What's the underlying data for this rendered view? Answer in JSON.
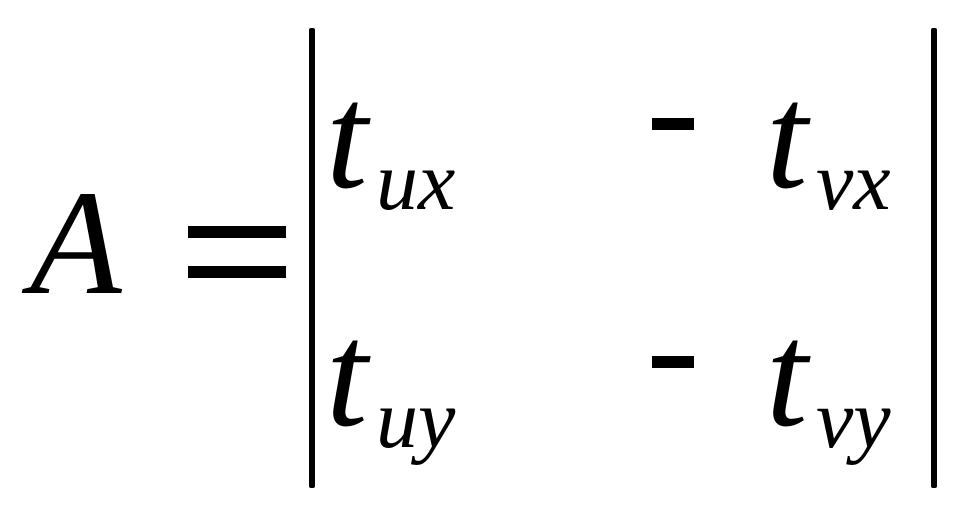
{
  "formula": {
    "lhs": "A",
    "matrix": [
      [
        {
          "base": "t",
          "sub": "ux"
        },
        {
          "sign": "-",
          "base": "t",
          "sub": "vx"
        }
      ],
      [
        {
          "base": "t",
          "sub": "uy"
        },
        {
          "sign": "-",
          "base": "t",
          "sub": "vy"
        }
      ]
    ]
  }
}
